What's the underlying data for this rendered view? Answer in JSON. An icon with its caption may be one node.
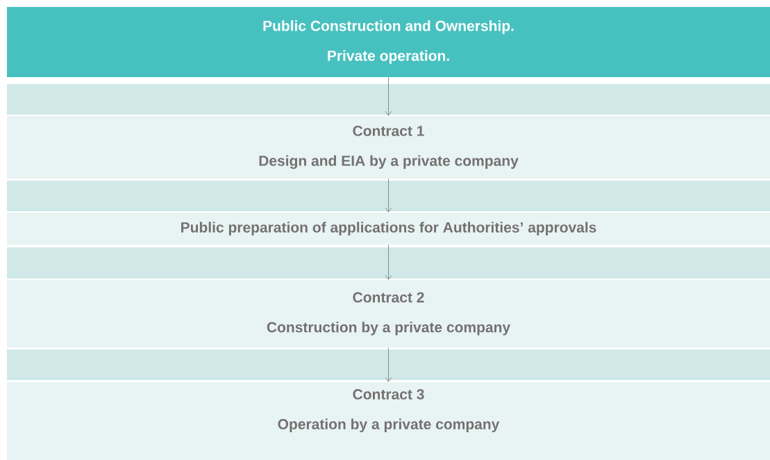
{
  "diagram": {
    "nodes": [
      {
        "text": [
          "Public Construction and Ownership.",
          "Private operation."
        ]
      },
      {
        "text": [
          "Contract 1",
          "Design and EIA by a private company"
        ]
      },
      {
        "text": [
          "Public preparation of applications for Authorities’ approvals"
        ]
      },
      {
        "text": [
          "Contract 2",
          "Construction by a private company"
        ]
      },
      {
        "text": [
          "Contract 3",
          "Operation by a private company"
        ]
      }
    ],
    "edges": [
      {
        "from": 0,
        "to": 1,
        "arrow": "to"
      },
      {
        "from": 1,
        "to": 2,
        "arrow": "to"
      },
      {
        "from": 2,
        "to": 3,
        "arrow": "to"
      },
      {
        "from": 3,
        "to": 4,
        "arrow": "to"
      }
    ]
  }
}
